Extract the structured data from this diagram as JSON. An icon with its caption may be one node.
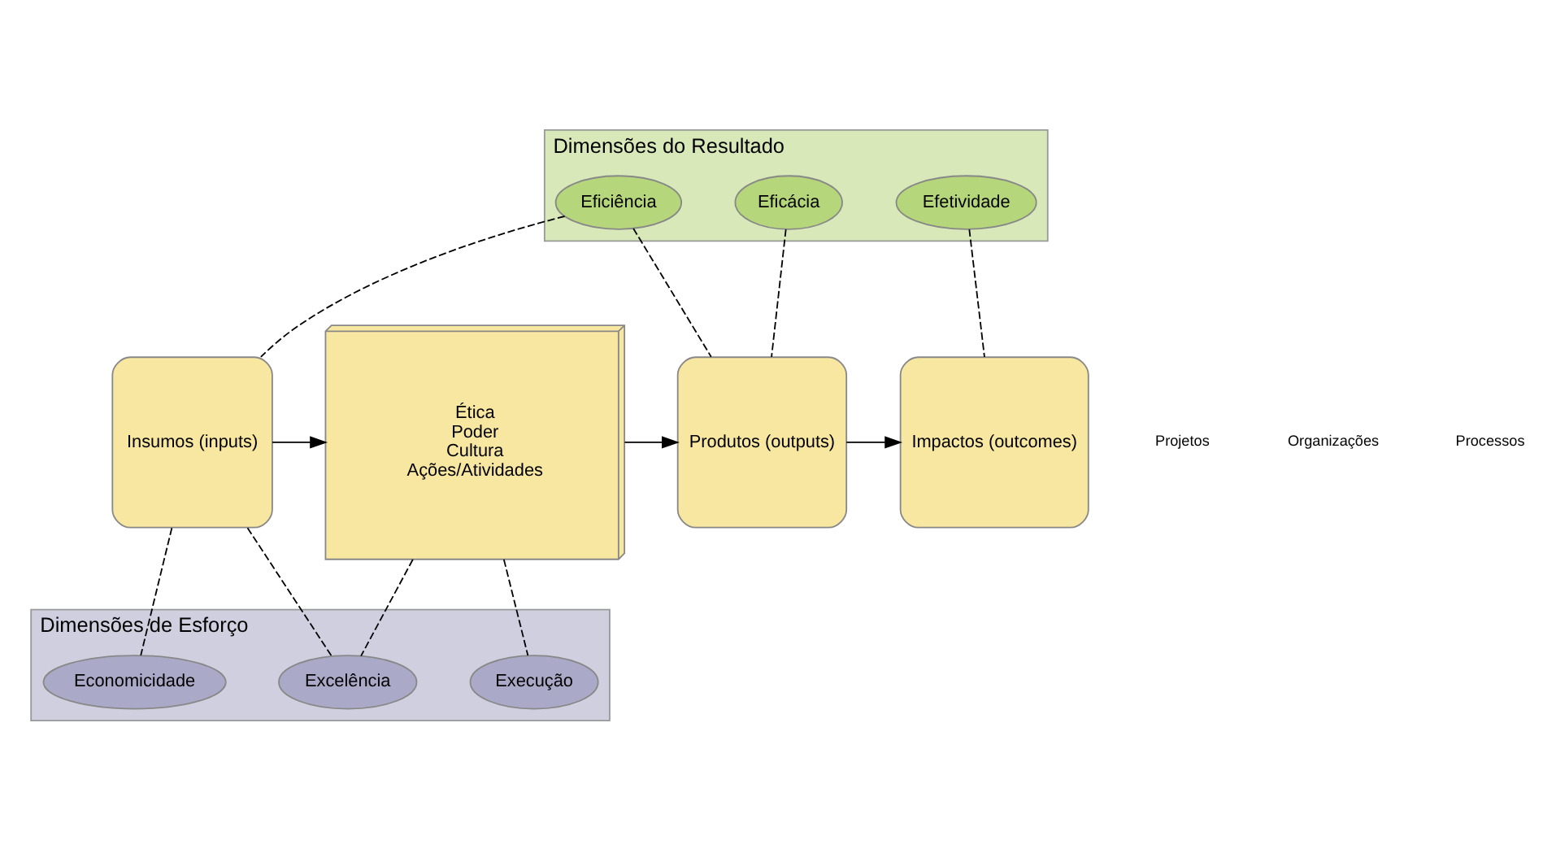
{
  "diagram": {
    "nodes": [
      {
        "text": [
          "Dimensões do Resultado"
        ]
      },
      {
        "text": [
          "Eficiência"
        ],
        "in": 0
      },
      {
        "text": [
          "Eficácia"
        ],
        "in": 0
      },
      {
        "text": [
          "Efetividade"
        ],
        "in": 0
      },
      {
        "text": [
          "Insumos (inputs)"
        ]
      },
      {
        "text": [
          "Ética",
          "Poder",
          "Cultura",
          "Ações/Atividades"
        ]
      },
      {
        "text": [
          "Produtos (outputs)"
        ]
      },
      {
        "text": [
          "Impactos (outcomes)"
        ]
      },
      {
        "text": [
          "Dimensões de Esforço"
        ]
      },
      {
        "text": [
          "Economicidade"
        ],
        "in": 8
      },
      {
        "text": [
          "Excelência"
        ],
        "in": 8
      },
      {
        "text": [
          "Execução"
        ],
        "in": 8
      }
    ],
    "edges": [
      {
        "from": 4,
        "to": 5,
        "arrow": "to"
      },
      {
        "from": 5,
        "to": 6,
        "arrow": "to"
      },
      {
        "from": 6,
        "to": 7,
        "arrow": "to"
      },
      {
        "from": 1,
        "to": 4,
        "arrow": "none",
        "style": "dashed"
      },
      {
        "from": 1,
        "to": 6,
        "arrow": "none",
        "style": "dashed"
      },
      {
        "from": 2,
        "to": 6,
        "arrow": "none",
        "style": "dashed"
      },
      {
        "from": 3,
        "to": 7,
        "arrow": "none",
        "style": "dashed"
      },
      {
        "from": 4,
        "to": 9,
        "arrow": "none",
        "style": "dashed"
      },
      {
        "from": 4,
        "to": 10,
        "arrow": "none",
        "style": "dashed"
      },
      {
        "from": 5,
        "to": 10,
        "arrow": "none",
        "style": "dashed"
      },
      {
        "from": 5,
        "to": 11,
        "arrow": "none",
        "style": "dashed"
      }
    ],
    "labels": [
      "Projetos",
      "Organizações",
      "Processos"
    ]
  }
}
